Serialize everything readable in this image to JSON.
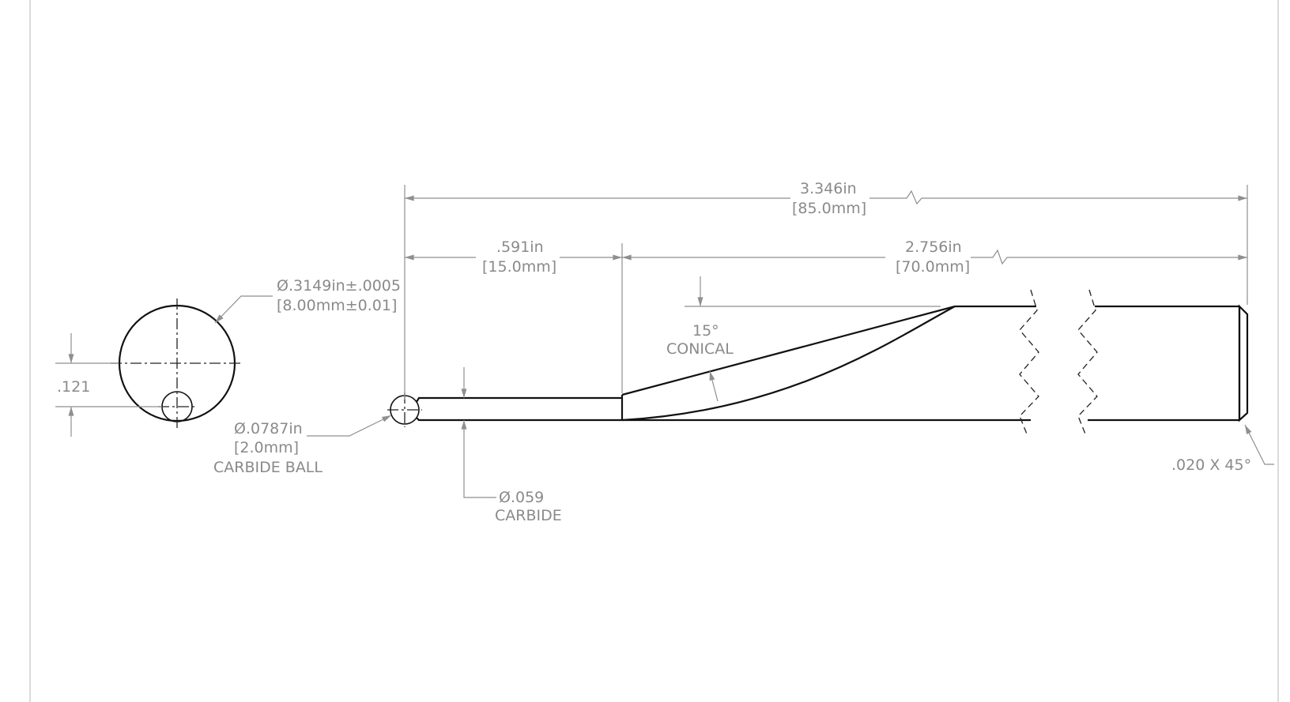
{
  "dimensions": {
    "overall_length": {
      "value": "3.346in",
      "metric": "[85.0mm]"
    },
    "tip_length": {
      "value": ".591in",
      "metric": "[15.0mm]"
    },
    "body_length": {
      "value": "2.756in",
      "metric": "[70.0mm]"
    },
    "shank_diameter": {
      "value": "Ø.3149in±.0005",
      "metric": "[8.00mm±0.01]"
    },
    "ball_offset": {
      "value": ".121"
    },
    "ball_diameter": {
      "value": "Ø.0787in",
      "metric": "[2.0mm]",
      "note": "CARBIDE BALL"
    },
    "stem_diameter": {
      "value": "Ø.059",
      "note": "CARBIDE"
    },
    "cone_angle": {
      "value": "15°",
      "note": "CONICAL"
    },
    "chamfer": {
      "value": ".020 X 45°"
    }
  },
  "colors": {
    "geometry": "#111111",
    "dimension": "#8a8a8a",
    "border": "#cfcfcf"
  }
}
